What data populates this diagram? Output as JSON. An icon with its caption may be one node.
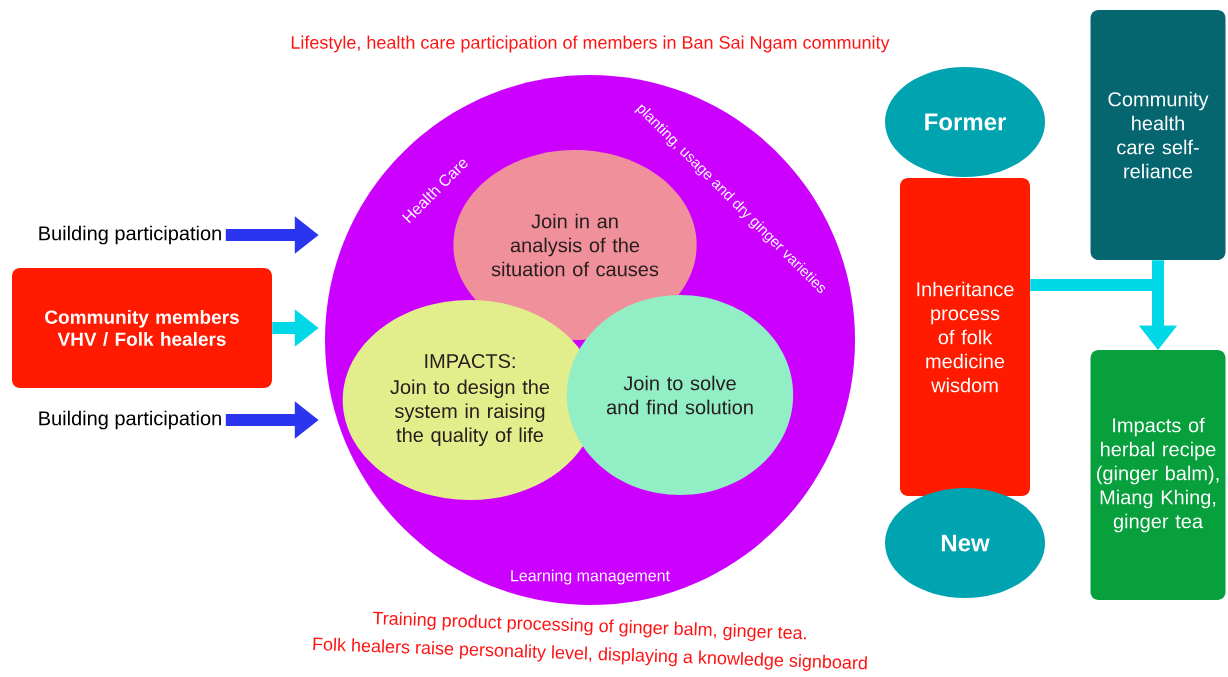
{
  "diagram": {
    "nodes": [
      {
        "text": [
          "Building participation"
        ]
      },
      {
        "text": [
          "Community members VHV / Folk healers"
        ]
      },
      {
        "text": [
          "Building participation"
        ]
      },
      {
        "text": [
          "Health Care",
          "planting, usage and dry ginger varieties",
          "Learning management"
        ]
      },
      {
        "text": [
          "Join in an analysis of the situation of causes"
        ],
        "in": 3
      },
      {
        "text": [
          "IMPACTS:",
          "Join to design the system in raising the quality of life"
        ],
        "in": 3
      },
      {
        "text": [
          "Join to solve and find solution"
        ],
        "in": 3
      },
      {
        "text": [
          "Former"
        ]
      },
      {
        "text": [
          "Inheritance process of folk medicine wisdom"
        ]
      },
      {
        "text": [
          "New"
        ]
      },
      {
        "text": [
          "Community health care self-reliance"
        ]
      },
      {
        "text": [
          "Impacts of herbal recipe (ginger balm), Miang Khing, ginger tea"
        ]
      }
    ],
    "edges": [
      {
        "from": 0,
        "to": 3,
        "arrow": "to",
        "color": "#2b35f0"
      },
      {
        "from": 1,
        "to": 3,
        "arrow": "to",
        "color": "#00d8e8"
      },
      {
        "from": 2,
        "to": 3,
        "arrow": "to",
        "color": "#2b35f0"
      },
      {
        "from": 8,
        "to": 11,
        "arrow": "to",
        "color": "#00d8e8"
      },
      {
        "from": 10,
        "to": 11,
        "arrow": "to",
        "color": "#00d8e8"
      }
    ],
    "labels": [
      "Lifestyle, health care participation of members in Ban Sai Ngam community",
      "Training product processing of ginger balm, ginger tea.",
      "Folk healers raise personality level, displaying a knowledge signboard"
    ]
  }
}
